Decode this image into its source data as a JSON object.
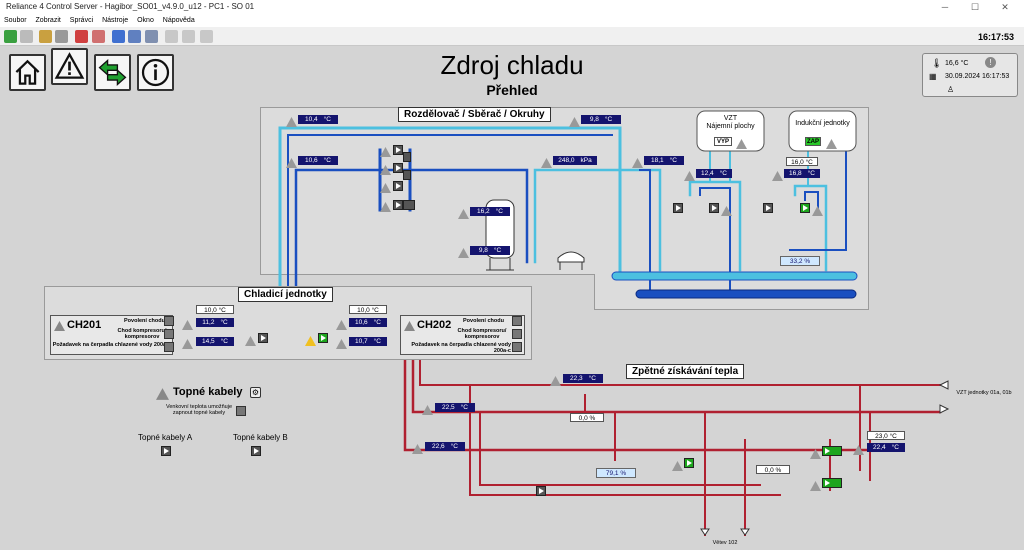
{
  "window": {
    "title": "Reliance 4 Control Server - Hagibor_SO01_v4.9.0_u12 - PC1 - SO 01"
  },
  "menu": [
    "Soubor",
    "Zobrazit",
    "Správci",
    "Nástroje",
    "Okno",
    "Nápověda"
  ],
  "clock": "16:17:53",
  "header": {
    "title": "Zdroj chladu",
    "subtitle": "Přehled"
  },
  "weather": {
    "temperature": "16,6",
    "unit": "°C",
    "datetime": "30.09.2024 16:17:53"
  },
  "colors": {
    "pipe_cold": "#1a4fc0",
    "pipe_light": "#4cc0e0",
    "pipe_red": "#b02030",
    "tag_bg": "#14146e"
  },
  "distributor": {
    "title": "Rozdělovač / Sběrač / Okruhy",
    "temps": [
      "10,4",
      "10,6",
      "9,8",
      "18,1",
      "16,2",
      "9,8"
    ],
    "pressure": "248,0",
    "pressure_unit": "kPa",
    "vzt": {
      "label1": "VZT",
      "label2": "Nájemní plochy",
      "status": "VYP",
      "temp": "12,4"
    },
    "induction": {
      "label": "Indukční jednotky",
      "status": "ZAP",
      "temp_set": "16,0",
      "temp": "16,8",
      "valve": "33,2",
      "valve_unit": "%"
    }
  },
  "chillers": {
    "title": "Chladicí jednotky",
    "ch201": {
      "name": "CH201",
      "row1": "Povolení chodu",
      "row2": "Chod kompresoru/ kompresorov",
      "row3": "Požadavek na čerpadla chlazené vody 200a-c",
      "set": "10,0",
      "t1": "11,2",
      "t2": "14,5"
    },
    "ch202": {
      "name": "CH202",
      "row1": "Povolení chodu",
      "row2": "Chod kompresoru/ kompresorov",
      "row3": "Požadavek na čerpadla chlazené vody 200a-c",
      "set": "10,0",
      "t1": "10,6",
      "t2": "10,7"
    }
  },
  "heating": {
    "title": "Topné kabely",
    "note": "Venkovní teplota umožňuje zapnout topné kabely",
    "a": "Topné kabely A",
    "b": "Topné kabely B"
  },
  "recovery": {
    "title": "Zpětné získávání tepla",
    "temps": [
      "22,3",
      "22,5",
      "22,6",
      "23,0",
      "22,4"
    ],
    "valves": [
      "0,0",
      "79,1",
      "0,0"
    ],
    "unit_pct": "%",
    "vzt_label": "VZT jednotky 01a, 01b",
    "branch_label": "Větev 102"
  },
  "unit_c": "°C"
}
